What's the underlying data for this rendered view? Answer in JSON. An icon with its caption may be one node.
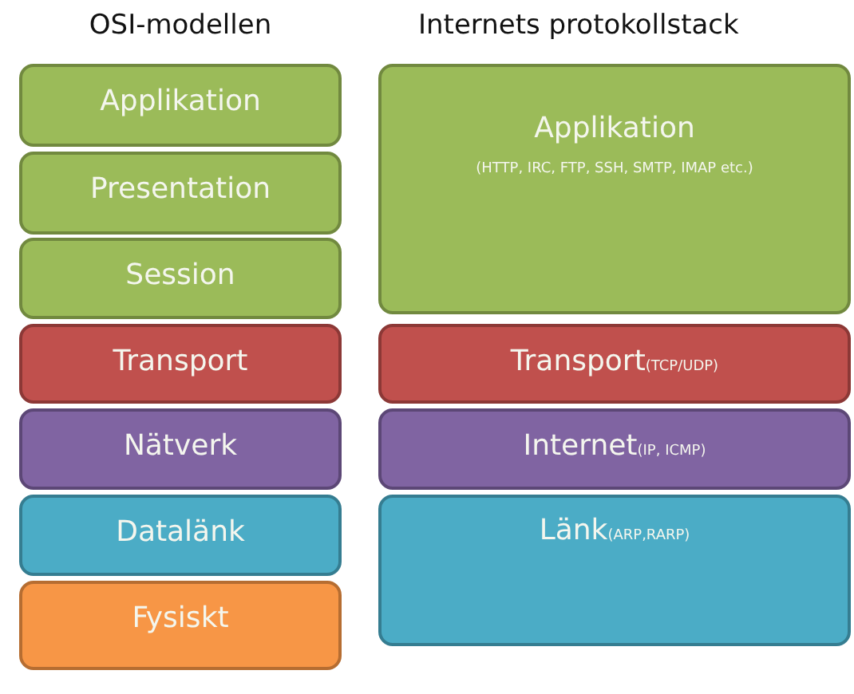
{
  "diagram": {
    "nodes": [
      {
        "text": [
          "Applikation"
        ]
      },
      {
        "text": [
          "Presentation"
        ]
      },
      {
        "text": [
          "Session"
        ]
      },
      {
        "text": [
          "Transport"
        ]
      },
      {
        "text": [
          "Nätverk"
        ]
      },
      {
        "text": [
          "Datalänk"
        ]
      },
      {
        "text": [
          "Fysiskt"
        ]
      },
      {
        "text": [
          "Applikation",
          "(HTTP, IRC, FTP, SSH, SMTP, IMAP etc.)"
        ]
      },
      {
        "text": [
          "Transport",
          "(TCP/UDP)"
        ]
      },
      {
        "text": [
          "Internet",
          "(IP, ICMP)"
        ]
      },
      {
        "text": [
          "Länk",
          "(ARP,RARP)"
        ]
      }
    ],
    "labels": [
      "OSI-modellen",
      "Internets protokollstack"
    ]
  }
}
